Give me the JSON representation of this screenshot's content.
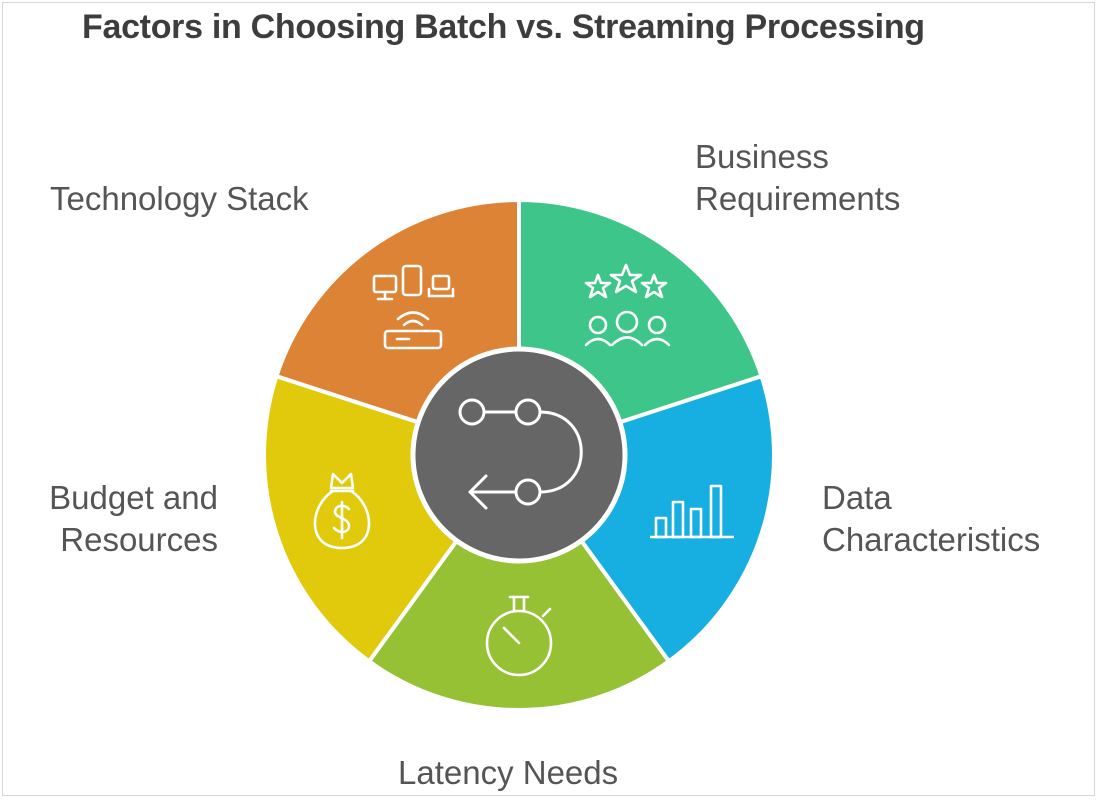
{
  "title": "Factors in Choosing Batch vs. Streaming Processing",
  "center": {
    "icon": "workflow-cycle-icon",
    "color": "#666666"
  },
  "segments": [
    {
      "key": "business",
      "label_lines": [
        "Business",
        "Requirements"
      ],
      "color": "#3ec68a",
      "icon": "stars-audience-icon"
    },
    {
      "key": "data",
      "label_lines": [
        "Data",
        "Characteristics"
      ],
      "color": "#17aee2",
      "icon": "bar-chart-icon"
    },
    {
      "key": "latency",
      "label_lines": [
        "Latency Needs"
      ],
      "color": "#97c135",
      "icon": "stopwatch-icon"
    },
    {
      "key": "budget",
      "label_lines": [
        "Budget and",
        "Resources"
      ],
      "color": "#e1ca0c",
      "icon": "money-bag-icon"
    },
    {
      "key": "tech",
      "label_lines": [
        "Technology Stack"
      ],
      "color": "#dc8335",
      "icon": "devices-router-icon"
    }
  ]
}
